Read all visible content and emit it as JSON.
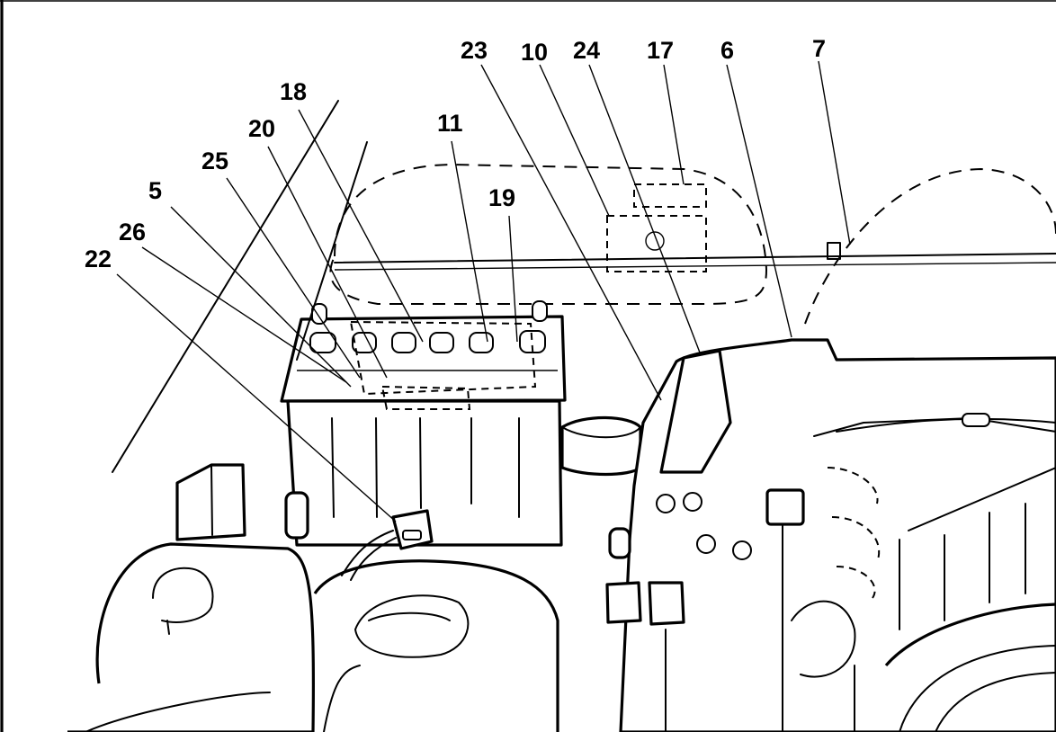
{
  "diagram": {
    "type": "engine-compartment-component-locator",
    "style": "black-and-white line drawing",
    "callouts": [
      {
        "id": "callout-23",
        "label": "23"
      },
      {
        "id": "callout-10",
        "label": "10"
      },
      {
        "id": "callout-24",
        "label": "24"
      },
      {
        "id": "callout-17",
        "label": "17"
      },
      {
        "id": "callout-6",
        "label": "6"
      },
      {
        "id": "callout-7",
        "label": "7"
      },
      {
        "id": "callout-18",
        "label": "18"
      },
      {
        "id": "callout-20",
        "label": "20"
      },
      {
        "id": "callout-11",
        "label": "11"
      },
      {
        "id": "callout-25",
        "label": "25"
      },
      {
        "id": "callout-19",
        "label": "19"
      },
      {
        "id": "callout-5",
        "label": "5"
      },
      {
        "id": "callout-26",
        "label": "26"
      },
      {
        "id": "callout-22",
        "label": "22"
      }
    ],
    "components": [
      {
        "name": "battery"
      },
      {
        "name": "fuse-relay-box"
      },
      {
        "name": "washer-reservoir"
      },
      {
        "name": "air-cleaner"
      },
      {
        "name": "engine-block"
      },
      {
        "name": "connector"
      }
    ],
    "colors": {
      "ink": "#000000",
      "paper": "#ffffff"
    }
  }
}
